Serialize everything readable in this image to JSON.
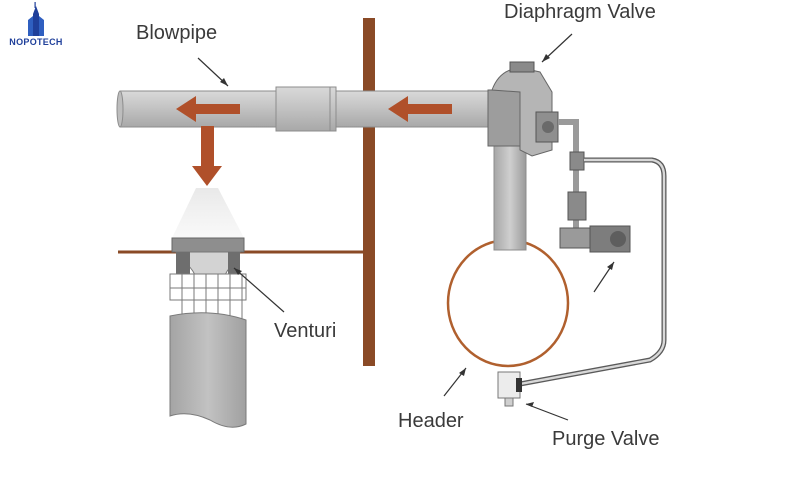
{
  "logo": {
    "brand_name": "NOPOTECH",
    "accent": "#1f3f9a",
    "icon": "building-tower-icon"
  },
  "labels": {
    "blowpipe": "Blowpipe",
    "diaphragm_valve": "Diaphragm Valve",
    "venturi": "Venturi",
    "header": "Header",
    "purge_valve": "Purge Valve"
  },
  "colors": {
    "wall": "#8a4a26",
    "arrow": "#b0502a",
    "header_outline": "#b0602e",
    "pipe_fill": "#c8c8c8",
    "bag_fill": "#b9b9b9"
  }
}
